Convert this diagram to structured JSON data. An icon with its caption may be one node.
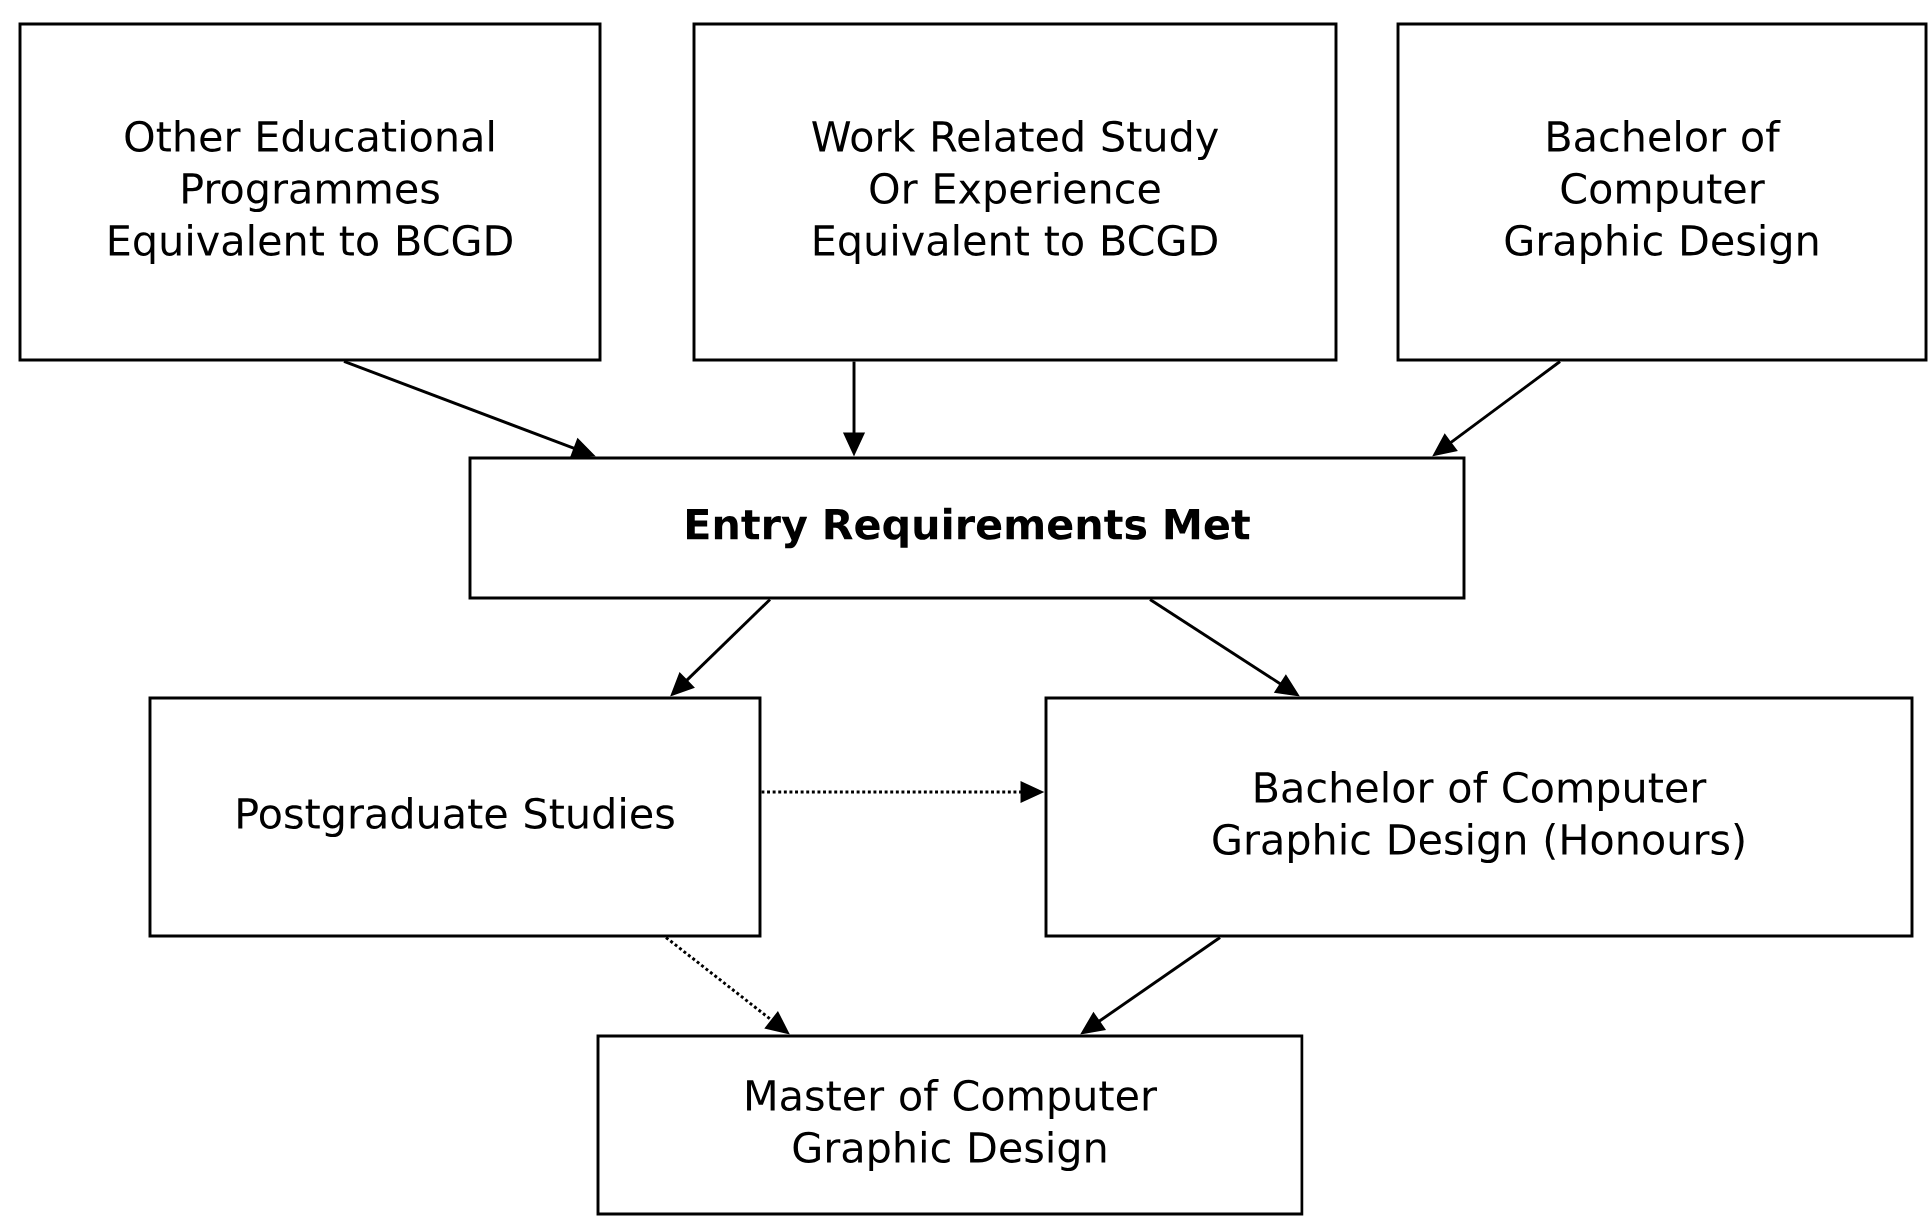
{
  "diagram": {
    "nodes": [
      {
        "text": [
          "Other Educational Programmes Equivalent to BCGD"
        ]
      },
      {
        "text": [
          "Work Related Study Or Experience Equivalent to BCGD"
        ]
      },
      {
        "text": [
          "Bachelor of Computer Graphic Design"
        ]
      },
      {
        "text": [
          "Entry Requirements Met"
        ]
      },
      {
        "text": [
          "Postgraduate Studies"
        ]
      },
      {
        "text": [
          "Bachelor of Computer Graphic Design (Honours)"
        ]
      },
      {
        "text": [
          "Master of Computer Graphic Design"
        ]
      }
    ],
    "edges": [
      {
        "from": 0,
        "to": 3,
        "arrow": "to"
      },
      {
        "from": 1,
        "to": 3,
        "arrow": "to"
      },
      {
        "from": 2,
        "to": 3,
        "arrow": "to"
      },
      {
        "from": 3,
        "to": 4,
        "arrow": "to"
      },
      {
        "from": 3,
        "to": 5,
        "arrow": "to"
      },
      {
        "from": 4,
        "to": 5,
        "arrow": "to",
        "style": "dashed"
      },
      {
        "from": 4,
        "to": 6,
        "arrow": "to",
        "style": "dashed"
      },
      {
        "from": 5,
        "to": 6,
        "arrow": "to"
      }
    ]
  }
}
